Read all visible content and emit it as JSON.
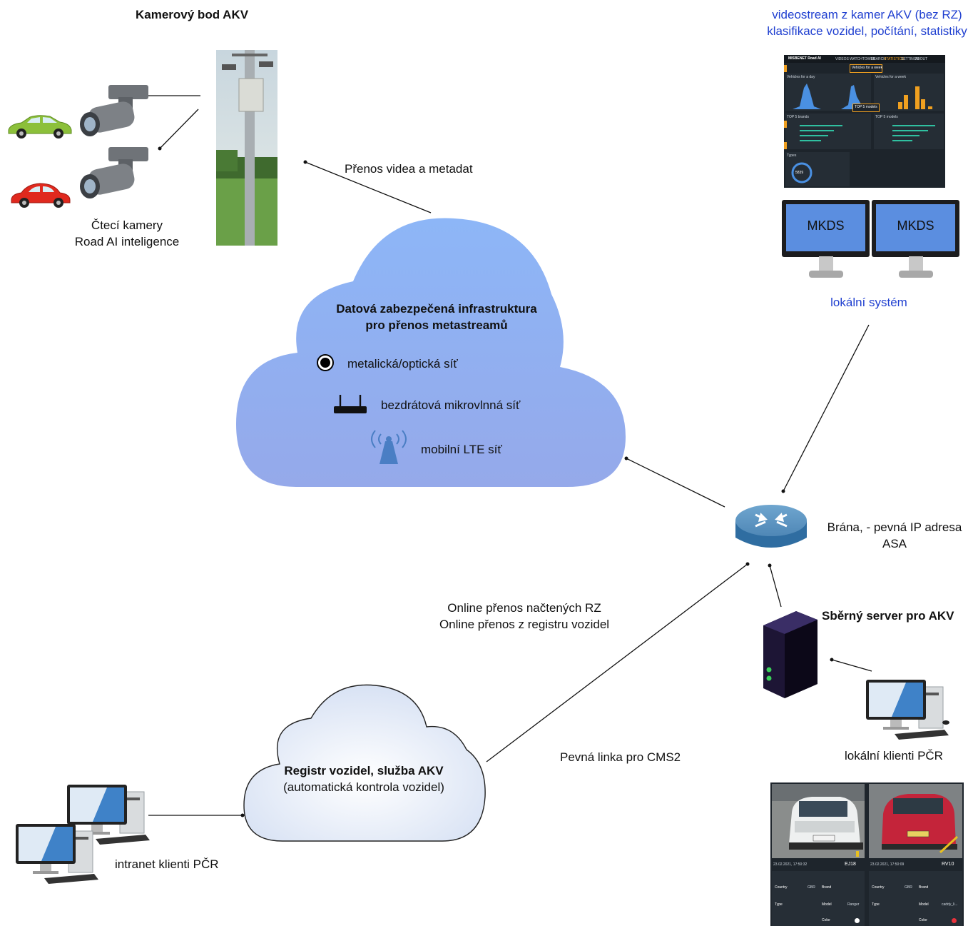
{
  "camera_point": {
    "title": "Kamerový bod AKV",
    "caption_line1": "Čtecí kamery",
    "caption_line2": "Road AI inteligence"
  },
  "video_transfer_label": "Přenos videa a metadat",
  "main_cloud": {
    "title_line1": "Datová zabezpečená infrastruktura",
    "title_line2": "pro přenos metastreamů",
    "items": [
      {
        "icon": "fiber-network-icon",
        "label": "metalická/optická síť"
      },
      {
        "icon": "wireless-router-icon",
        "label": "bezdrátová mikrovlnná síť"
      },
      {
        "icon": "lte-antenna-icon",
        "label": "mobilní LTE síť"
      }
    ],
    "fill": "#8fb0f4"
  },
  "videostream": {
    "line1": "videostream z kamer AKV (bez RZ)",
    "line2": "klasifikace vozidel, počítání, statistiky",
    "dashboard": {
      "brand": "MISBENET Road AI",
      "nav": [
        "VIDEOS",
        "WATCHTOWER",
        "SEARCH",
        "STATISTICS",
        "SETTINGS",
        "ABOUT"
      ],
      "callout_week": "Vehicles for a week",
      "callout_top": "TOP 5 models",
      "panel_day": "Vehicles for a day",
      "panel_week": "Vehicles for a week",
      "panel_brands": "TOP 5 brands",
      "panel_models": "TOP 5 models",
      "panel_types": "Types",
      "types_total": "5839"
    }
  },
  "monitors": [
    {
      "label": "MKDS"
    },
    {
      "label": "MKDS"
    }
  ],
  "local_system_label": "lokální systém",
  "gateway": {
    "line1": "Brána, - pevná IP adresa",
    "line2": "ASA"
  },
  "server": {
    "title": "Sběrný server pro AKV",
    "clients_label": "lokální klienti PČR"
  },
  "online_transfer": {
    "line1": "Online přenos načtených RZ",
    "line2": "Online přenos z registru vozidel"
  },
  "fixed_line_label": "Pevná linka pro CMS2",
  "registry_cloud": {
    "title": "Registr vozidel, služba AKV",
    "subtitle": "(automatická kontrola vozidel)"
  },
  "intranet_label": "intranet klienti PČR",
  "anpr_panel": {
    "left": {
      "timestamp": "23.02.2021, 17:50:32",
      "plate": "EJ18",
      "country": "Country",
      "country_val": "GBR",
      "brand": "Brand",
      "type": "Type",
      "model": "Model",
      "model_val": "Ranger",
      "color": "Color"
    },
    "right": {
      "timestamp": "23.02.2021, 17:50:09",
      "plate": "RV10",
      "country": "Country",
      "country_val": "GBR",
      "brand": "Brand",
      "type": "Type",
      "model": "Model",
      "model_val": "caddy_li...",
      "color": "Color"
    }
  }
}
